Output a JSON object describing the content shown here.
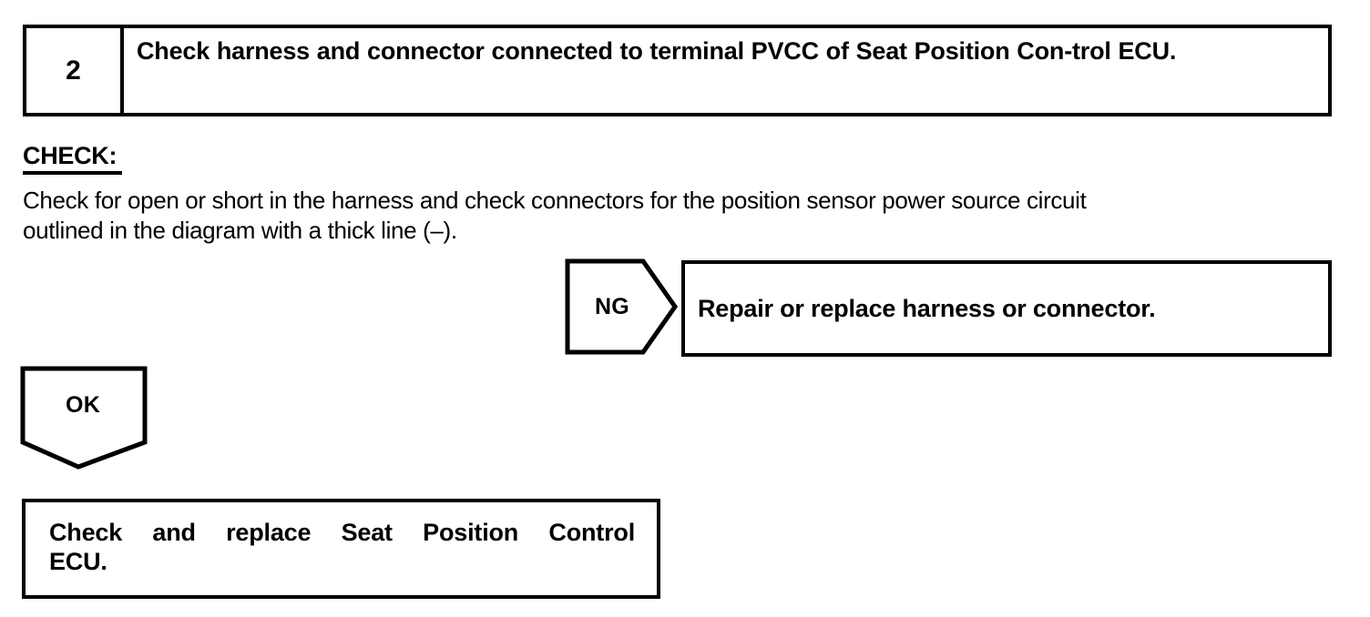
{
  "step": {
    "number": "2",
    "title": "Check harness and connector connected to terminal PVCC of Seat Position Con-trol ECU."
  },
  "check": {
    "label": "CHECK:",
    "body_line1": "Check for open or short in the harness and check connectors for the position sensor power source circuit",
    "body_line2": "outlined in the diagram with a thick line (–)."
  },
  "branches": {
    "ng": {
      "arrow_label": "NG",
      "arrow_shape": "pentagon-right-icon",
      "result_text": "Repair or replace harness or connector."
    },
    "ok": {
      "arrow_label": "OK",
      "arrow_shape": "pentagon-down-icon"
    }
  },
  "final_action": {
    "line1": "Check and replace Seat Position Control",
    "line2": "ECU."
  },
  "colors": {
    "ink": "#000000",
    "paper": "#ffffff"
  }
}
